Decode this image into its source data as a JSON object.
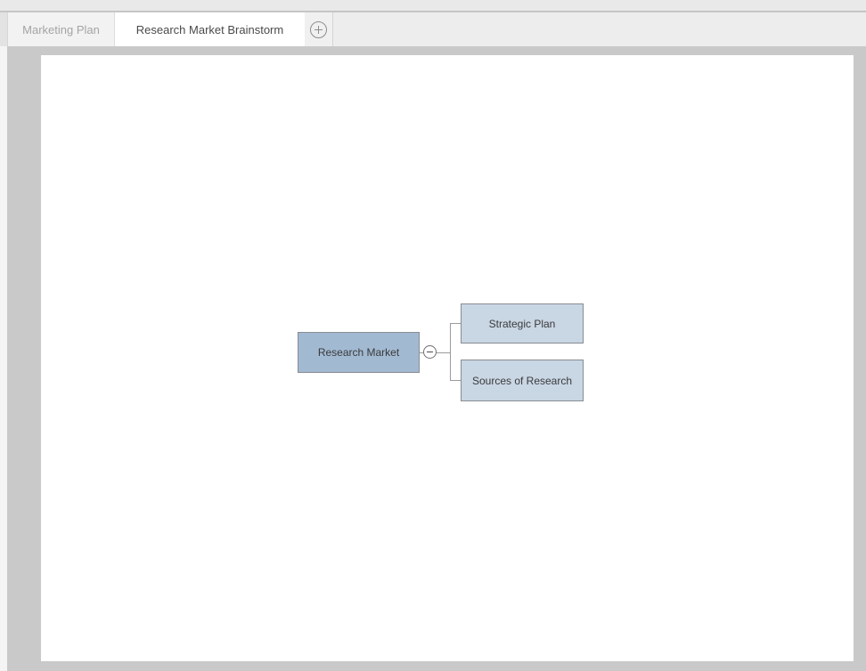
{
  "tab_bar": {
    "tabs": [
      {
        "label": "Marketing Plan",
        "active": false
      },
      {
        "label": "Research Market Brainstorm",
        "active": true
      }
    ],
    "add_tab": {
      "icon": "circled-plus"
    }
  },
  "canvas": {
    "diagram": {
      "type": "mindmap",
      "root": {
        "label": "Research Market",
        "fill": "#a2b9d2"
      },
      "collapse_toggle": {
        "icon": "minus-circle",
        "state": "expanded"
      },
      "children": [
        {
          "label": "Strategic Plan",
          "fill": "#c9d6e4"
        },
        {
          "label": "Sources of Research",
          "fill": "#c9d6e4"
        }
      ],
      "colors": {
        "node_border": "#888c90",
        "connector": "#9b9b9b",
        "text": "#3a3a3a"
      }
    }
  }
}
